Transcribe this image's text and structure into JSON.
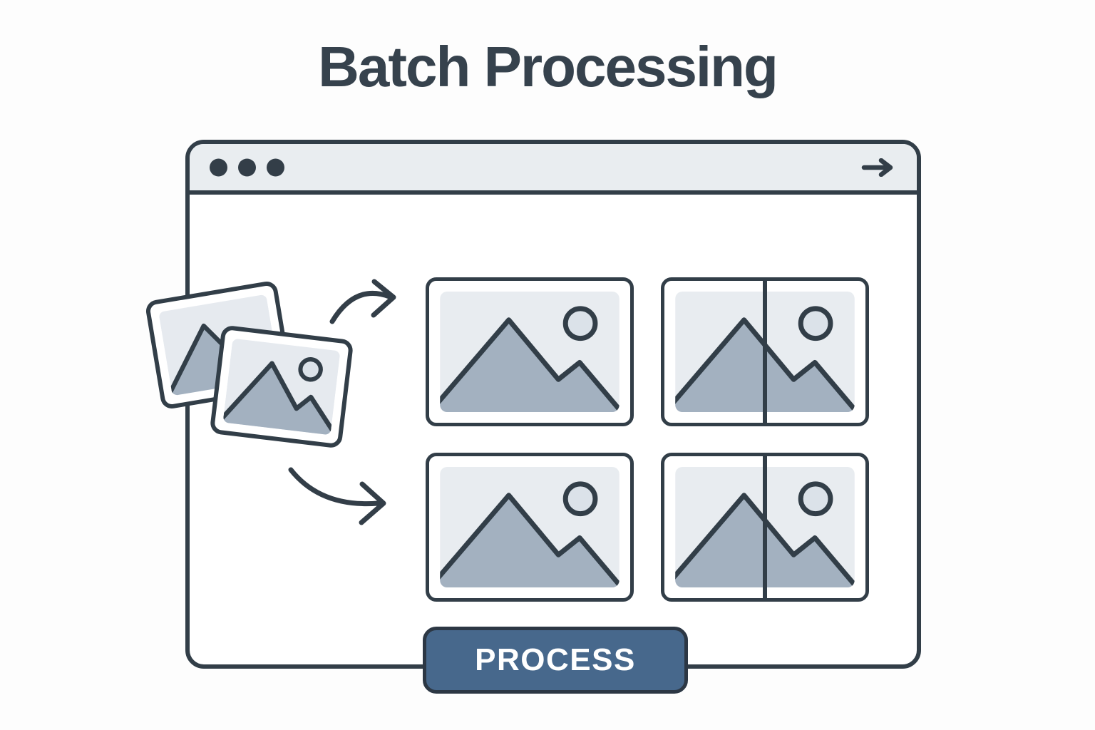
{
  "page": {
    "title": "Batch Processing"
  },
  "window": {
    "titlebar": {
      "dot_count": 3,
      "nav_icon": "arrow-right-icon"
    },
    "grid": {
      "thumbnails": [
        {
          "id": 1,
          "state": "original",
          "split": false
        },
        {
          "id": 2,
          "state": "processed-split",
          "split": true
        },
        {
          "id": 3,
          "state": "original",
          "split": false
        },
        {
          "id": 4,
          "state": "processed-split",
          "split": true
        }
      ]
    },
    "process_button": {
      "label": "PROCESS"
    }
  },
  "source_photos": {
    "count": 2,
    "icon": "photo-placeholder-icon"
  },
  "arrows": {
    "count": 2,
    "icon": "curved-arrow-icon"
  },
  "colors": {
    "background": "#fdfdfd",
    "outline_dark": "#323e48",
    "titlebar_fill": "#e9edf0",
    "image_area_fill": "#e8ecf0",
    "mountain_fill": "#a3b1c0",
    "sun_fill": "#dbe2e9",
    "button_fill": "#47688c",
    "button_border": "#2c3744",
    "button_text": "#ffffff",
    "title_text": "#36424d"
  }
}
